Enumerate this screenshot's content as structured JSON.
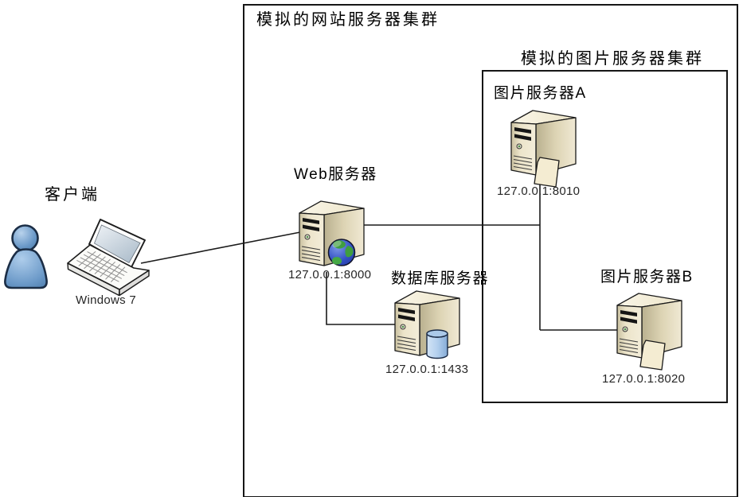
{
  "clusters": {
    "web": {
      "title": "模拟的网站服务器集群"
    },
    "image": {
      "title": "模拟的图片服务器集群"
    }
  },
  "client": {
    "label": "客户端",
    "os_label": "Windows 7"
  },
  "servers": {
    "web": {
      "label": "Web服务器",
      "address": "127.0.0.1:8000"
    },
    "database": {
      "label": "数据库服务器",
      "address": "127.0.0.1:1433"
    },
    "image_a": {
      "label": "图片服务器A",
      "address": "127.0.0.1:8010"
    },
    "image_b": {
      "label": "图片服务器B",
      "address": "127.0.0.1:8020"
    }
  },
  "colors": {
    "line": "#1a1a1a",
    "box_border": "#161616",
    "server_front": "#e9e1c6",
    "server_side": "#d6cdac",
    "server_top": "#f6f1de",
    "person_blue": "#6b99c8",
    "globe_blue": "#3350c4",
    "globe_green": "#3f9e3f",
    "db_cylinder_blue": "#aecbe9",
    "folder_beige": "#f4ecd2"
  }
}
